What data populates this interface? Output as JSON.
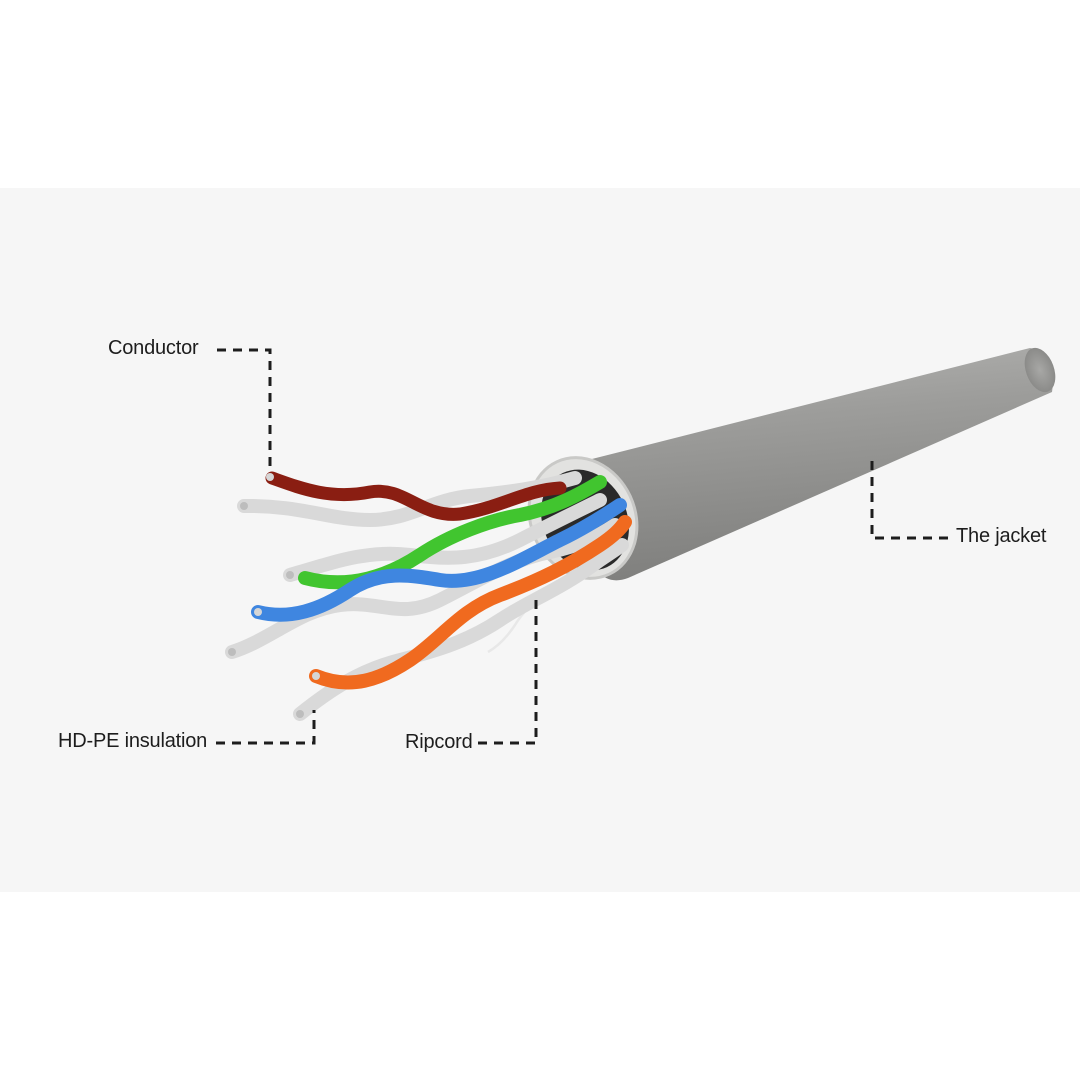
{
  "labels": {
    "conductor": "Conductor",
    "insulation": "HD-PE insulation",
    "ripcord": "Ripcord",
    "jacket": "The jacket"
  },
  "colors": {
    "jacket": "#9a9a98",
    "pair_brown": "#8a1e12",
    "pair_green": "#41c52f",
    "pair_blue": "#3f86e0",
    "pair_orange": "#f06a1f",
    "white_wire": "#dcdcdc",
    "background": "#f6f6f6"
  }
}
